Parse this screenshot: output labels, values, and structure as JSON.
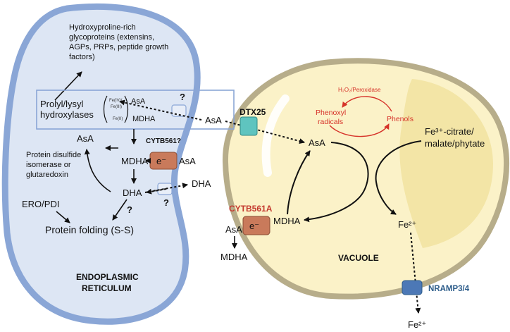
{
  "er": {
    "hydroxyproline_lines": [
      "Hydroxyproline-rich",
      "glycoproteins (extensins,",
      "AGPs, PRPs, peptide growth",
      "factors)"
    ],
    "hydroxylases_lines": [
      "Prolyl/lysyl",
      "hydroxylases"
    ],
    "fe_states": [
      "Fe(IV)/",
      "Fe(III)",
      "Fe(II)"
    ],
    "asa_in_box": "AsA",
    "mdha_in_box": "MDHA",
    "asa_left": "AsA",
    "mdha_center": "MDHA",
    "dha_center": "DHA",
    "cytb561_question": "CYTB561?",
    "asa_right_of_cyt": "AsA",
    "electron": "e⁻",
    "pdi_lines": [
      "Protein disulfide",
      "isomerase or",
      "glutaredoxin"
    ],
    "ero_pdi": "ERO/PDI",
    "protein_folding": "Protein folding (S-S)",
    "question_marks": [
      "?",
      "?",
      "?"
    ],
    "title_lines": [
      "ENDOPLASMIC",
      "RETICULUM"
    ]
  },
  "cytosol": {
    "asa_mid": "AsA",
    "dha_right": "DHA",
    "dtx25": "DTX25",
    "cytb561a": "CYTB561A",
    "asa_bottom": "AsA",
    "mdha_bottom": "MDHA",
    "electron": "e⁻",
    "nramp": "NRAMP3/4",
    "fe2_out": "Fe²⁺"
  },
  "vacuole": {
    "h2o2_peroxidase": "H₂O₂/Peroxidase",
    "phenoxyl_lines": [
      "Phenoxyl",
      "radicals"
    ],
    "phenols": "Phenols",
    "asa": "AsA",
    "fe3_lines": [
      "Fe³⁺-citrate/",
      "malate/phytate"
    ],
    "mdha": "MDHA",
    "fe2": "Fe²⁺",
    "title": "VACUOLE"
  },
  "colors": {
    "er_fill": "#dde6f4",
    "er_border": "#8aa6d6",
    "vacuole_outer": "#b7ad8a",
    "vacuole_fill": "#fbf2c8",
    "vacuole_inner": "#f3e5a6",
    "cyt_fill": "#c97a5b",
    "dtx_fill": "#5fc4bf",
    "nramp_fill": "#4c78b6",
    "red_cycle": "#d6332a"
  }
}
